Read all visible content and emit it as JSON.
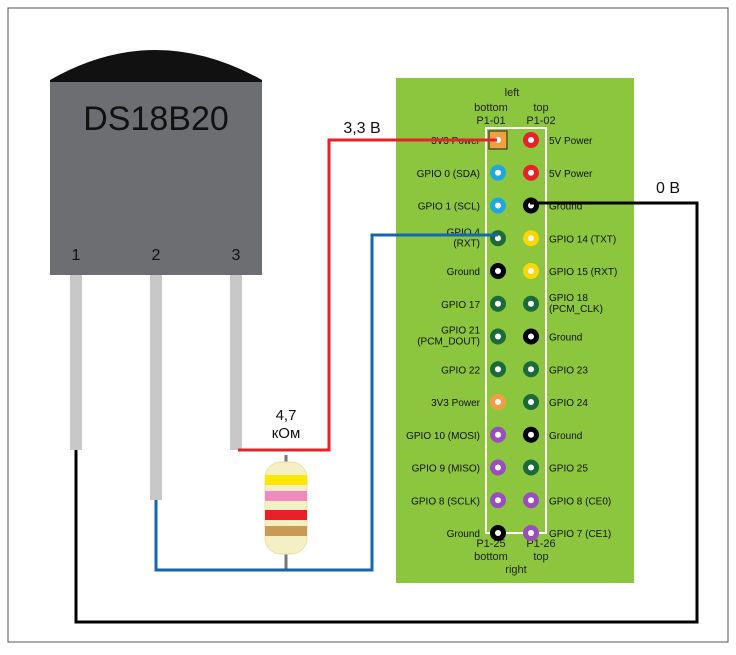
{
  "sensor": {
    "name": "DS18B20",
    "pins": [
      "1",
      "2",
      "3"
    ]
  },
  "resistor": {
    "value": "4,7",
    "unit": "кОм"
  },
  "wires": {
    "power_label": "3,3 В",
    "ground_label": "0 В"
  },
  "header": {
    "top_caption": "left",
    "left_col_top": [
      "bottom",
      "P1-01"
    ],
    "right_col_top": [
      "top",
      "P1-02"
    ],
    "left_col_bottom": [
      "P1-25",
      "bottom"
    ],
    "right_col_bottom": [
      "P1-26",
      "top"
    ],
    "bottom_caption": "right",
    "left_pins": [
      {
        "label": "3V3 Power",
        "color": "#f0a040"
      },
      {
        "label": "GPIO 0 (SDA)",
        "color": "#1fa8e0"
      },
      {
        "label": "GPIO 1 (SCL)",
        "color": "#1fa8e0"
      },
      {
        "label": [
          "GPIO 4",
          "(RXT)"
        ],
        "color": "#1b6b3a"
      },
      {
        "label": "Ground",
        "color": "#000000"
      },
      {
        "label": "GPIO 17",
        "color": "#1b6b3a"
      },
      {
        "label": [
          "GPIO 21",
          "(PCM_DOUT)"
        ],
        "color": "#1b6b3a"
      },
      {
        "label": "GPIO 22",
        "color": "#1b6b3a"
      },
      {
        "label": "3V3 Power",
        "color": "#f0a040"
      },
      {
        "label": "GPIO 10 (MOSI)",
        "color": "#9b4dbf"
      },
      {
        "label": "GPIO 9 (MISO)",
        "color": "#9b4dbf"
      },
      {
        "label": "GPIO 8 (SCLK)",
        "color": "#9b4dbf"
      },
      {
        "label": "Ground",
        "color": "#000000"
      }
    ],
    "right_pins": [
      {
        "label": "5V Power",
        "color": "#e8202a"
      },
      {
        "label": "5V Power",
        "color": "#e8202a"
      },
      {
        "label": "Ground",
        "color": "#000000"
      },
      {
        "label": "GPIO 14 (TXT)",
        "color": "#ffd700"
      },
      {
        "label": "GPIO 15 (RXT)",
        "color": "#ffd700"
      },
      {
        "label": [
          "GPIO 18",
          "(PCM_CLK)"
        ],
        "color": "#1b6b3a"
      },
      {
        "label": "Ground",
        "color": "#000000"
      },
      {
        "label": "GPIO 23",
        "color": "#1b6b3a"
      },
      {
        "label": "GPIO 24",
        "color": "#1b6b3a"
      },
      {
        "label": "Ground",
        "color": "#000000"
      },
      {
        "label": "GPIO 25",
        "color": "#1b6b3a"
      },
      {
        "label": "GPIO 8 (CE0)",
        "color": "#9b4dbf"
      },
      {
        "label": "GPIO 7 (CE1)",
        "color": "#9b4dbf"
      }
    ]
  },
  "colors": {
    "board": "#8cc63f",
    "sensor_body": "#6d6e71",
    "sensor_cap": "#111111",
    "lead": "#c8c8c8",
    "wire_red": "#e8202a",
    "wire_blue": "#1565b0",
    "wire_black": "#000000"
  },
  "resistor_bands": [
    "#ffe600",
    "#f18ac0",
    "#e8202a",
    "#c89a55"
  ]
}
